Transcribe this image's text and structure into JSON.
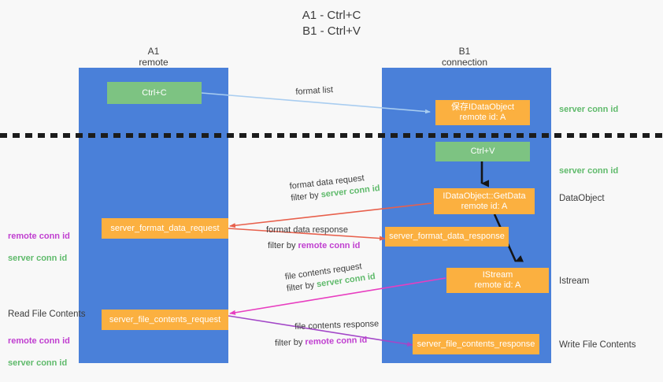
{
  "title": "A1 - Ctrl+C\nB1 - Ctrl+V",
  "colors": {
    "lane": "#4a80d9",
    "node_orange": "#fbb040",
    "node_green": "#7dc382",
    "server_conn": "#5fba6b",
    "remote_conn": "#c03fd0",
    "background": "#f8f8f8",
    "arrow_format_list": "#a9cdf0",
    "arrow_format_data": "#e8604c",
    "arrow_file_request": "#e83ec0",
    "arrow_file_response": "#a347c8",
    "arrow_black": "#151515"
  },
  "columns": [
    {
      "id": "a1",
      "title": "A1\nremote"
    },
    {
      "id": "b1",
      "title": "B1\nconnection"
    }
  ],
  "nodes": [
    {
      "id": "ctrl-c",
      "label": "Ctrl+C",
      "kind": "green"
    },
    {
      "id": "save-idataobject",
      "label": "保存IDataObject\nremote id: A",
      "kind": "orange"
    },
    {
      "id": "ctrl-v",
      "label": "Ctrl+V",
      "kind": "green"
    },
    {
      "id": "idataobject-getdata",
      "label": "IDataObject::GetData\nremote id: A",
      "kind": "orange"
    },
    {
      "id": "server-format-data-request",
      "label": "server_format_data_request",
      "kind": "orange"
    },
    {
      "id": "server-format-data-response",
      "label": "server_format_data_response",
      "kind": "orange"
    },
    {
      "id": "istream",
      "label": "IStream\nremote id: A",
      "kind": "orange"
    },
    {
      "id": "server-file-contents-request",
      "label": "server_file_contents_request",
      "kind": "orange"
    },
    {
      "id": "server-file-contents-response",
      "label": "server_file_contents_response",
      "kind": "orange"
    }
  ],
  "edges": [
    {
      "id": "format-list",
      "label": "format list",
      "filter_prefix": "",
      "filter_key": ""
    },
    {
      "id": "format-data-request",
      "label": "format data request",
      "filter_prefix": "filter by ",
      "filter_key": "server conn id"
    },
    {
      "id": "format-data-response",
      "label": "format data response",
      "filter_prefix": "filter by ",
      "filter_key": "remote conn id"
    },
    {
      "id": "file-contents-request",
      "label": "file contents request",
      "filter_prefix": "filter by ",
      "filter_key": "server conn id"
    },
    {
      "id": "file-contents-response",
      "label": "file contents response",
      "filter_prefix": "filter by ",
      "filter_key": "remote conn id"
    }
  ],
  "right_labels": [
    {
      "id": "server-conn-id-top",
      "text": "server conn id",
      "kind": "server"
    },
    {
      "id": "server-conn-id-mid",
      "text": "server conn id",
      "kind": "server"
    },
    {
      "id": "dataobject",
      "text": "DataObject",
      "kind": "plain"
    },
    {
      "id": "istream-label",
      "text": "Istream",
      "kind": "plain"
    },
    {
      "id": "write-file-contents",
      "text": "Write File Contents",
      "kind": "plain"
    }
  ],
  "left_labels": [
    {
      "id": "format-conn-ids",
      "remote": "remote conn id",
      "server": "server conn id"
    },
    {
      "id": "read-file-contents",
      "text": "Read File Contents"
    },
    {
      "id": "file-conn-ids",
      "remote": "remote conn id",
      "server": "server conn id"
    }
  ]
}
